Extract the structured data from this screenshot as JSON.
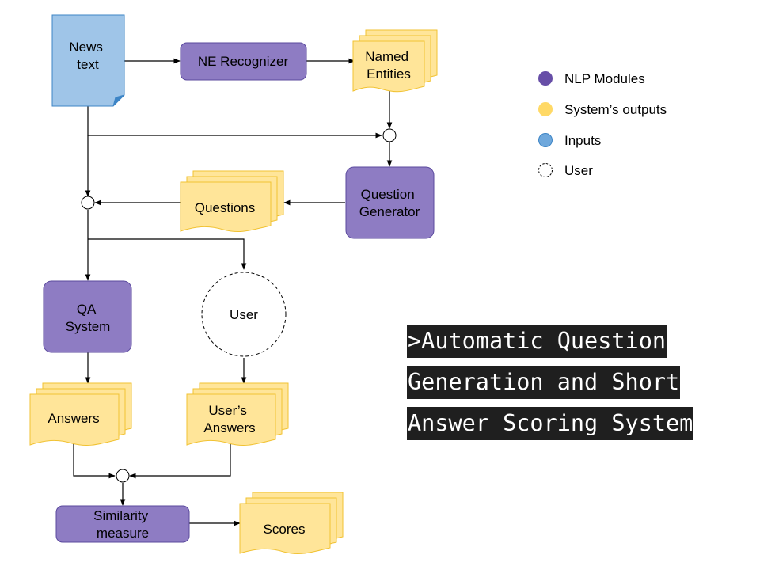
{
  "colors": {
    "module_fill": "#8e7cc3",
    "module_stroke": "#5b4a9e",
    "output_fill": "#ffe599",
    "output_stroke": "#f1c232",
    "input_fill": "#9fc5e8",
    "input_stroke": "#3d85c6",
    "line": "#000000",
    "title_bg": "#1f1f1f",
    "title_text": "#ffffff"
  },
  "nodes": {
    "news_text": [
      "News",
      "text"
    ],
    "ne_recognizer": [
      "NE Recognizer"
    ],
    "named_entities": [
      "Named",
      "Entities"
    ],
    "question_generator": [
      "Question",
      "Generator"
    ],
    "questions": [
      "Questions"
    ],
    "qa_system": [
      "QA",
      "System"
    ],
    "user": [
      "User"
    ],
    "answers": [
      "Answers"
    ],
    "users_answers": [
      "User’s",
      "Answers"
    ],
    "similarity_measure": [
      "Similarity",
      "measure"
    ],
    "scores": [
      "Scores"
    ]
  },
  "legend": {
    "nlp_modules": "NLP Modules",
    "system_outputs": "System’s outputs",
    "inputs": "Inputs",
    "user": "User"
  },
  "title": {
    "line1": ">Automatic Question",
    "line2": "Generation and Short",
    "line3": "Answer Scoring System"
  }
}
